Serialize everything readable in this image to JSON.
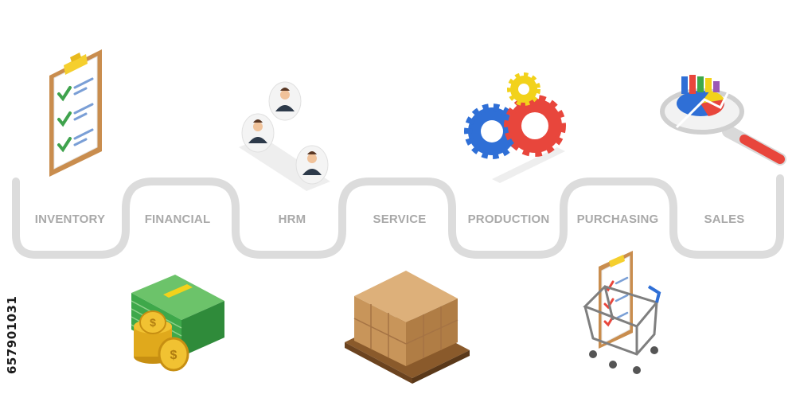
{
  "steps": [
    {
      "label": "INVENTORY",
      "icon": "clipboard-checklist-icon"
    },
    {
      "label": "FINANCIAL",
      "icon": "money-stack-coins-icon"
    },
    {
      "label": "HRM",
      "icon": "people-avatars-icon"
    },
    {
      "label": "SERVICE",
      "icon": "boxes-pallet-icon"
    },
    {
      "label": "PRODUCTION",
      "icon": "gears-icon"
    },
    {
      "label": "PURCHASING",
      "icon": "shopping-cart-checklist-icon"
    },
    {
      "label": "SALES",
      "icon": "chart-magnifier-icon"
    }
  ],
  "stock_id": "657901031",
  "colors": {
    "path": "#dcdcdc",
    "label": "#a9a9a9",
    "gear_blue": "#2f6fd6",
    "gear_red": "#e8463c",
    "gear_yellow": "#f2d21b",
    "money_green": "#3ea84a",
    "coin_gold": "#e0a91c",
    "box_brown": "#c8955a"
  }
}
